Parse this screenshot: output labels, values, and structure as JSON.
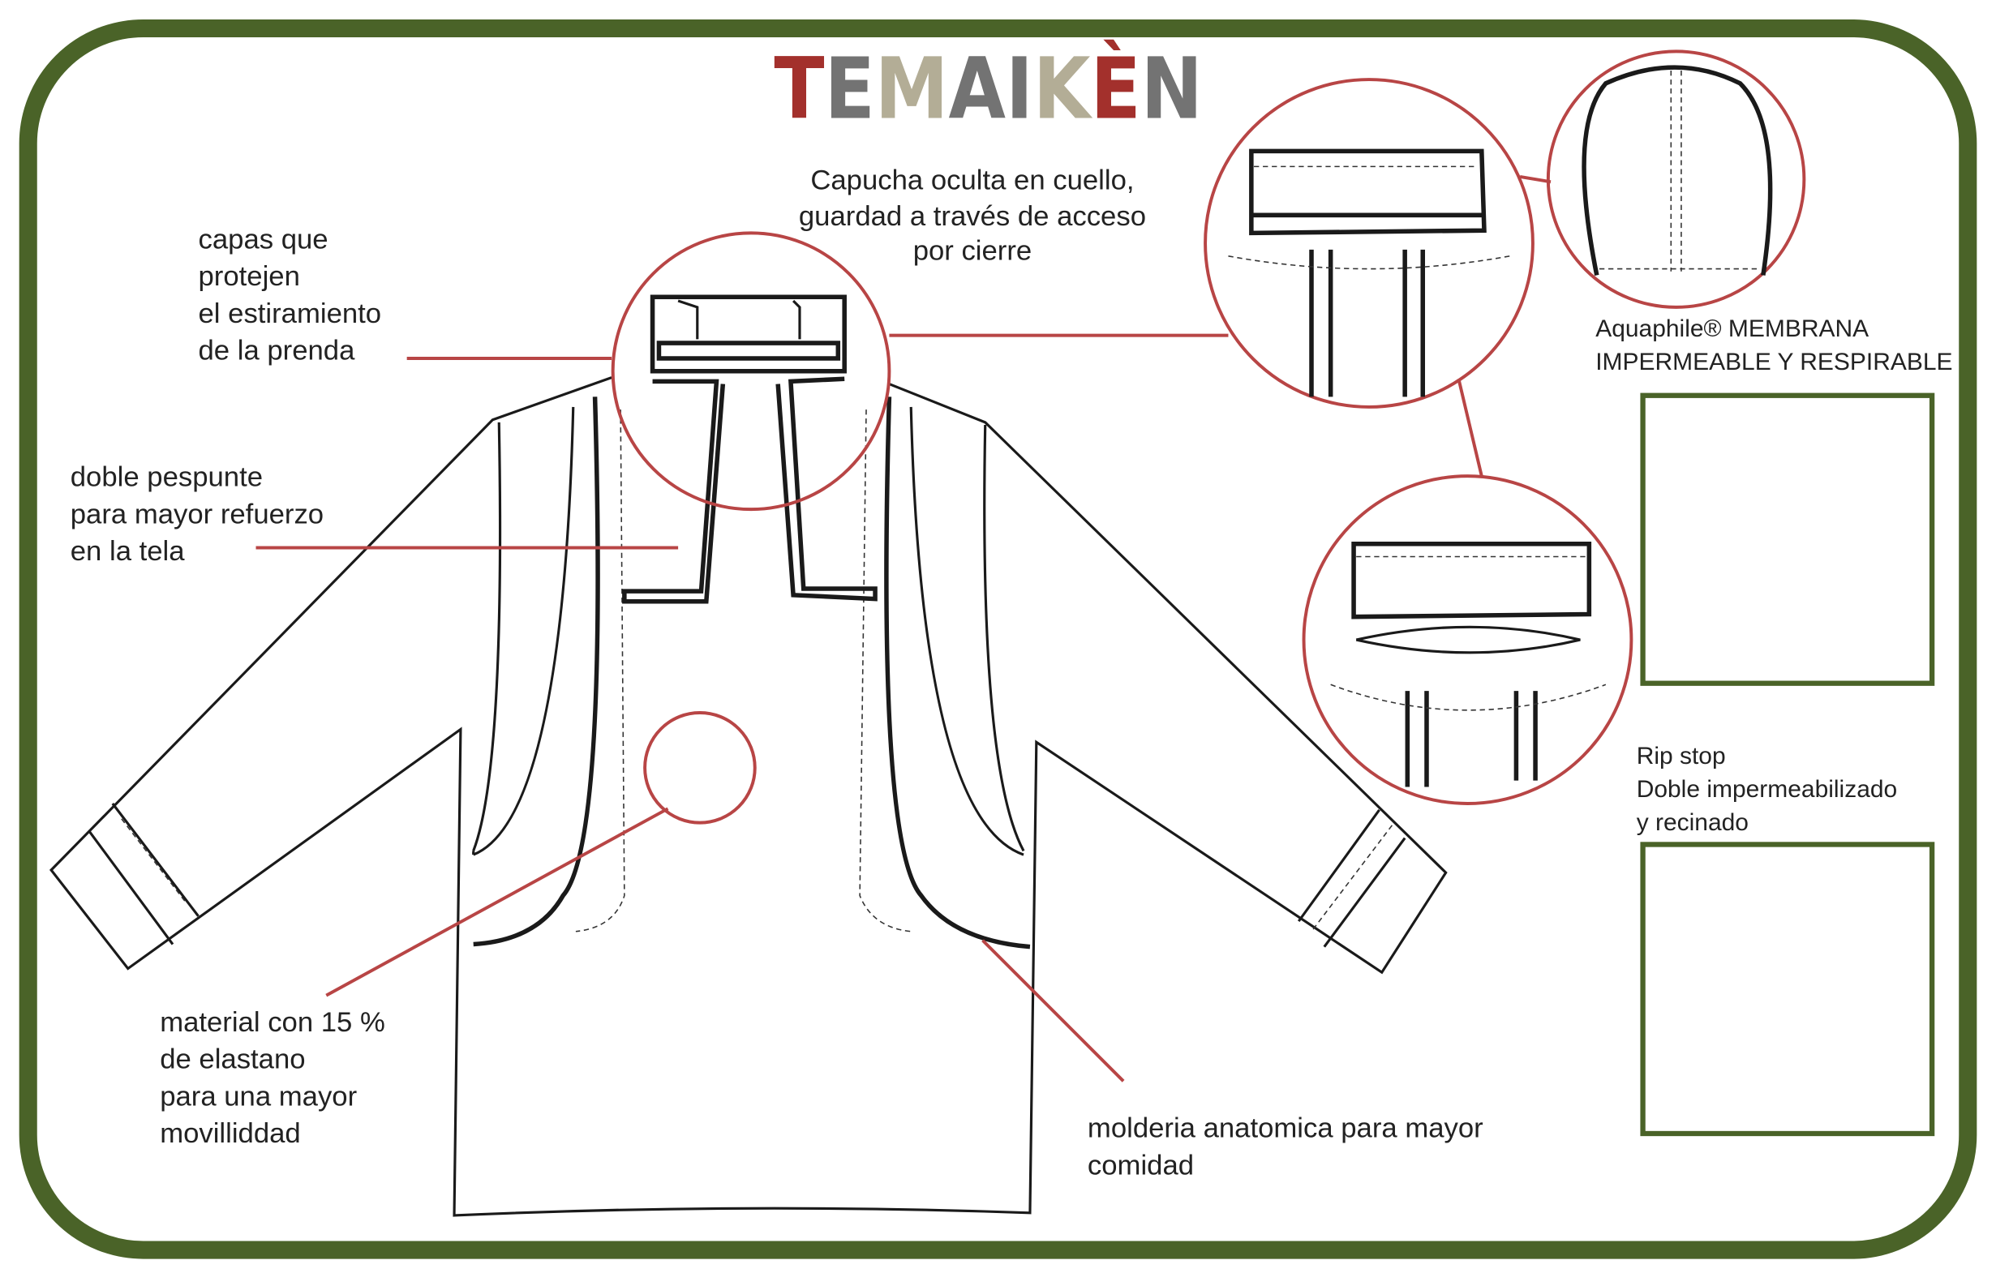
{
  "logo": {
    "text": "TEMAIKÈN",
    "letters": [
      "T",
      "E",
      "M",
      "A",
      "I",
      "K",
      "È",
      "N"
    ]
  },
  "colors": {
    "frame": "#4a6328",
    "callout": "#b84545",
    "logo_red": "#a3302c",
    "logo_gray": "#737373",
    "logo_beige": "#b3ad96"
  },
  "callouts": {
    "layers": [
      "capas que",
      "protejen",
      "el estiramiento",
      "de la prenda"
    ],
    "stitch": [
      "doble pespunte",
      "para mayor refuerzo",
      "en la tela"
    ],
    "hood": [
      "Capucha oculta en cuello,",
      "guardad a través de acceso",
      "por cierre"
    ],
    "membrane": [
      "Aquaphile® MEMBRANA",
      "IMPERMEABLE Y RESPIRABLE"
    ],
    "ripstop": [
      "Rip stop",
      "Doble impermeabilizado",
      "y recinado"
    ],
    "material": [
      "material con 15 %",
      "de elastano",
      "para una mayor",
      "movilliddad"
    ],
    "pattern": [
      "molderia anatomica para mayor",
      "comidad"
    ]
  }
}
